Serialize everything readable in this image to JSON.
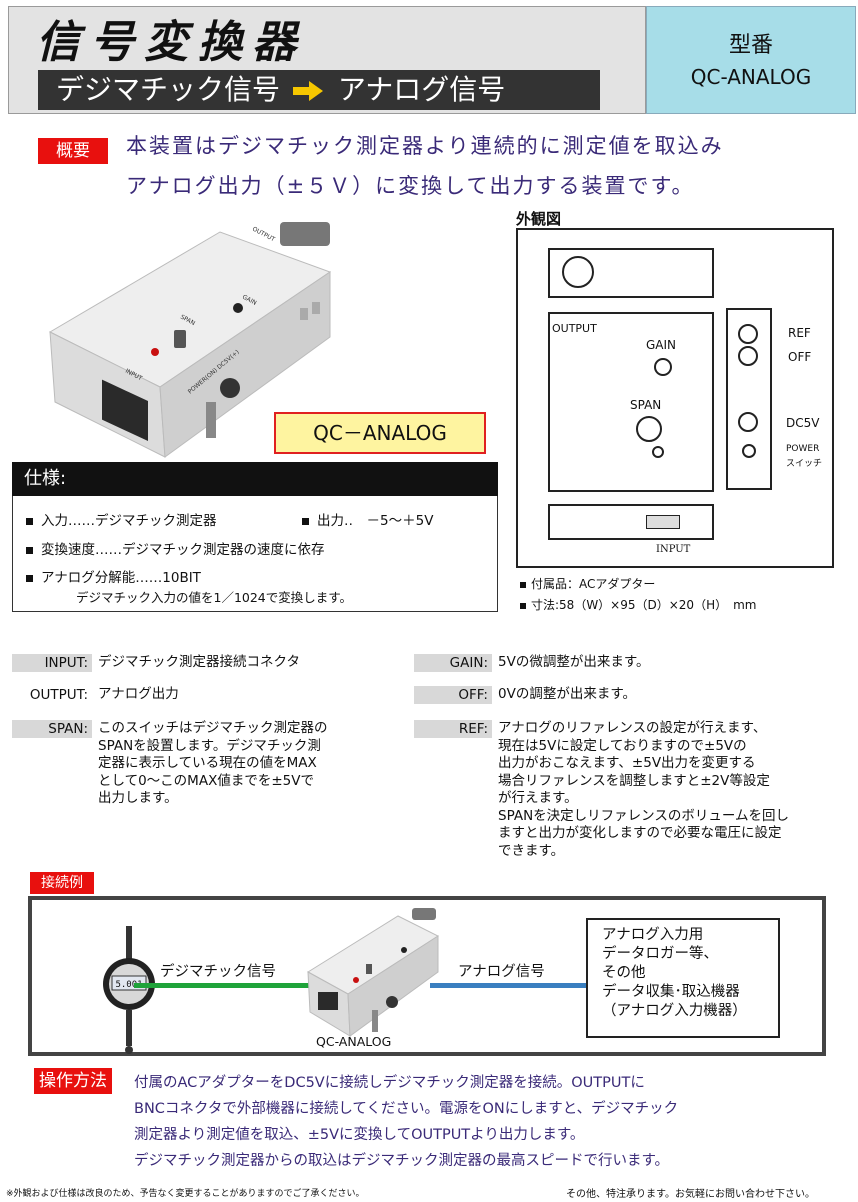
{
  "header": {
    "title": "信号変換器",
    "subtitle_left": "デジマチック信号",
    "subtitle_right": "アナログ信号",
    "model_label": "型番",
    "model_value": "QC-ANALOG"
  },
  "overview": {
    "tag": "概要",
    "line1": "本装置はデジマチック測定器より連続的に測定値を取込み",
    "line2": "アナログ出力（±５Ｖ）に変換して出力する装置です。"
  },
  "photo": {
    "label_output": "OUTPUT",
    "label_gain": "GAIN",
    "label_span": "SPAN",
    "label_input": "INPUT",
    "label_power": "POWER(ON) DC5V(+)",
    "product_label": "QC－ANALOG"
  },
  "spec": {
    "title": "仕様:",
    "item_input": "入力‥‥‥デジマチック測定器",
    "item_output": "出力‥　－5～＋5V",
    "item_speed": "変換速度‥‥‥デジマチック測定器の速度に依存",
    "item_resolution": "アナログ分解能‥‥‥10BIT",
    "item_resolution_note": "デジマチック入力の値を1／1024で変換します。"
  },
  "external": {
    "title": "外観図",
    "output": "OUTPUT",
    "gain": "GAIN",
    "span": "SPAN",
    "ref": "REF",
    "off": "OFF",
    "dc5v": "DC5V",
    "power": "POWER",
    "switch": "スイッチ",
    "input": "INPUT",
    "accessory": "付属品：ACアダプター",
    "dimensions": "寸法:58（W）×95（D）×20（H）　mm"
  },
  "descriptions": {
    "input_label": "INPUT:",
    "input_text": "デジマチック測定器接続コネクタ",
    "output_label": "OUTPUT:",
    "output_text": "アナログ出力",
    "span_label": "SPAN:",
    "span_lines": [
      "このスイッチはデジマチック測定器の",
      "SPANを設置します。デジマチック測",
      "定器に表示している現在の値をMAX",
      "として0～このMAX値までを±5Vで",
      "出力します。"
    ],
    "gain_label": "GAIN:",
    "gain_text": "5Vの微調整が出来ます。",
    "off_label": "OFF:",
    "off_text": "0Vの調整が出来ます。",
    "ref_label": "REF:",
    "ref_lines": [
      "アナログのリファレンスの設定が行えます、",
      "現在は5Vに設定しておりますので±5Vの",
      "出力がおこなえます、±5V出力を変更する",
      "場合リファレンスを調整しますと±2V等設定",
      "が行えます。",
      "SPANを決定しリファレンスのボリュームを回し",
      "ますと出力が変化しますので必要な電圧に設定",
      "できます。"
    ]
  },
  "connection": {
    "tag": "接続例",
    "digimatic_label": "デジマチック信号",
    "analog_label": "アナログ信号",
    "device_label": "QC-ANALOG",
    "gauge_display": "5.001",
    "right_lines": [
      "アナログ入力用",
      "データロガー等、",
      "その他",
      "データ収集･取込機器",
      "（アナログ入力機器）"
    ],
    "green_color": "#1fa33a",
    "blue_color": "#3a7fc0"
  },
  "operation": {
    "tag": "操作方法",
    "lines": [
      "付属のACアダプターをDC5Vに接続しデジマチック測定器を接続。OUTPUTに",
      "BNCコネクタで外部機器に接続してください。電源をONにしますと、デジマチック",
      "測定器より測定値を取込、±5Vに変換してOUTPUTより出力します。",
      "デジマチック測定器からの取込はデジマチック測定器の最高スピードで行います。"
    ]
  },
  "footer": {
    "left": "※外観および仕様は改良のため、予告なく変更することがありますのでご了承ください。",
    "right": "その他、特注承ります。お気軽にお問い合わせ下さい。"
  },
  "colors": {
    "accent_red": "#e8100e",
    "model_bg": "#a7dde8",
    "overview_text": "#3a2a78"
  }
}
